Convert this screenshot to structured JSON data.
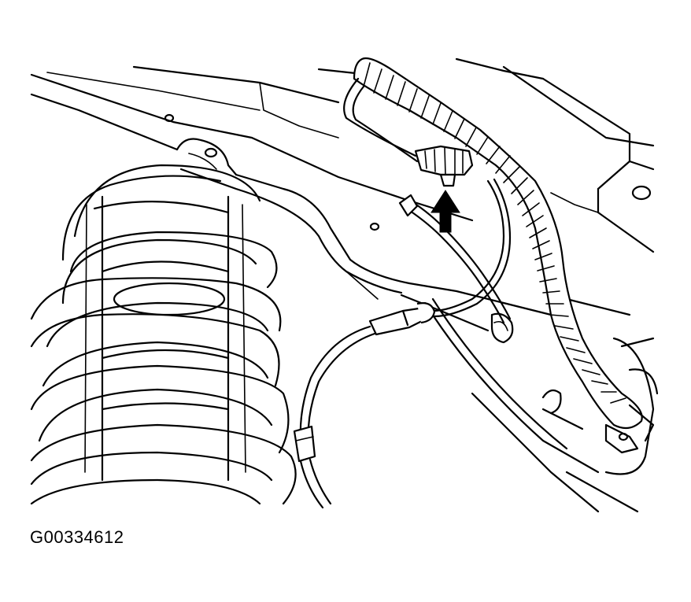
{
  "figure": {
    "id_label": "G00334612",
    "parts": {
      "coil_spring": "coil-spring",
      "wheel_house_panel": "wheel-house-panel",
      "wiring_harness": "corrugated-wiring-harness",
      "sensor_connector": "sensor-connector",
      "sensor_wire": "sensor-wire",
      "locator_arrow": "arrow-up-icon"
    }
  }
}
